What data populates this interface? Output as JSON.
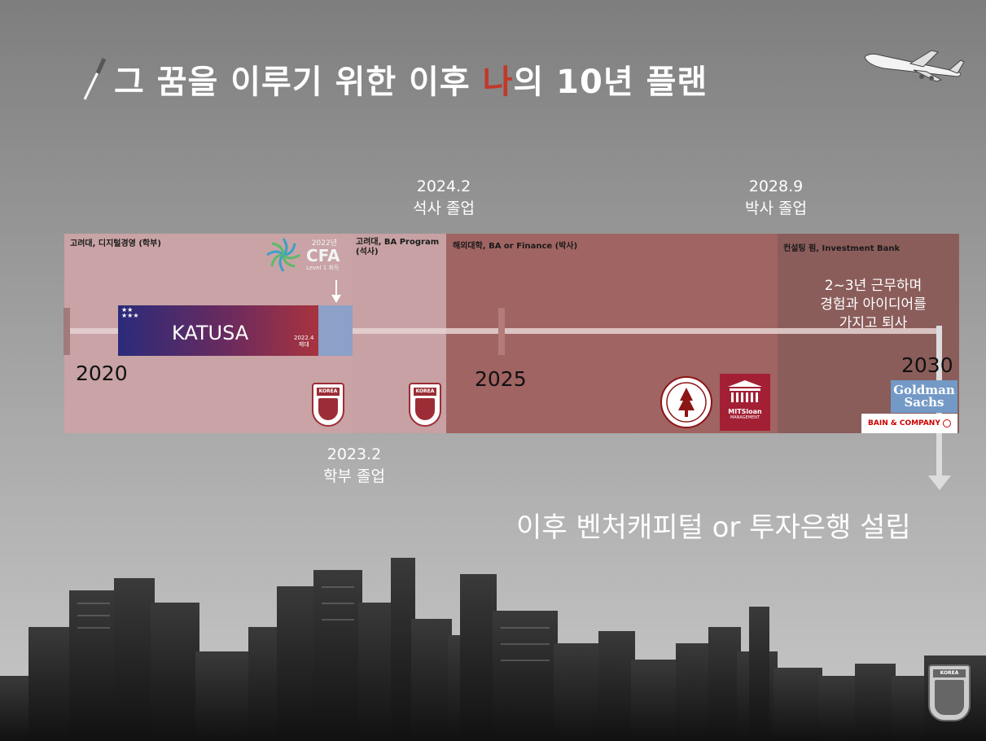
{
  "title": {
    "prefix": "그 꿈을 이루기 위한 이후 ",
    "accent": "나",
    "suffix": "의 10년 플랜"
  },
  "milestones": {
    "ms_2024": {
      "date": "2024.2",
      "label": "석사 졸업"
    },
    "ms_2028": {
      "date": "2028.9",
      "label": "박사 졸업"
    },
    "ms_2023": {
      "date": "2023.2",
      "label": "학부 졸업"
    }
  },
  "segments": {
    "undergrad": "고려대, 디지털경영 (학부)",
    "ba_program_1": "고려대, BA Program",
    "ba_program_2": "(석사)",
    "overseas": "해외대학, BA or Finance (박사)",
    "consulting": "컨설팅 펌, Investment Bank"
  },
  "katusa": {
    "label": "KATUSA",
    "date": "2022.4",
    "note": "제대"
  },
  "cfa": {
    "year": "2022년",
    "name": "CFA",
    "level": "Level 1 취득"
  },
  "years": {
    "y2020": "2020",
    "y2025": "2025",
    "y2030": "2030"
  },
  "work_note": {
    "line1": "2~3년 근무하며",
    "line2": "경험과 아이디어를",
    "line3": "가지고 퇴사"
  },
  "logos": {
    "korea": "KOREA",
    "goldman_1": "Goldman",
    "goldman_2": "Sachs",
    "bain": "BAIN & COMPANY",
    "mit_1": "MITSloan",
    "mit_2": "MANAGEMENT"
  },
  "footer": "이후 벤처캐피털 or 투자은행 설립",
  "colors": {
    "accent": "#c0392b",
    "segment_light": "#c9a3a5",
    "segment_dark": "#995652",
    "katusa": "#9c2d36"
  }
}
